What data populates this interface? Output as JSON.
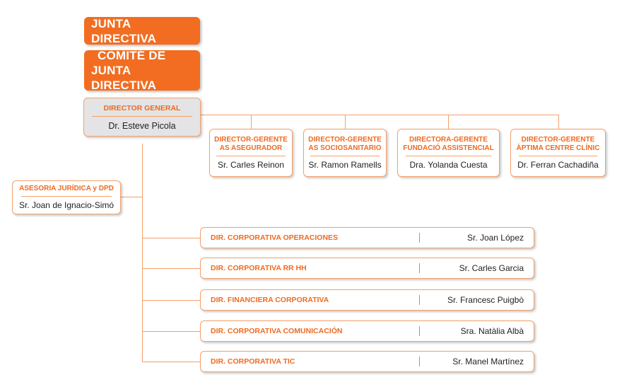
{
  "board": {
    "title": "JUNTA DIRECTIVA"
  },
  "committee": {
    "line1": "COMITÉ DE",
    "line2": "JUNTA DIRECTIVA"
  },
  "director_general": {
    "role": "DIRECTOR GENERAL",
    "name": "Dr. Esteve Picola"
  },
  "managers": [
    {
      "role_line1": "DIRECTOR-GERENTE",
      "role_line2": "AS ASEGURADOR",
      "name": "Sr. Carles Reinon"
    },
    {
      "role_line1": "DIRECTOR-GERENTE",
      "role_line2": "AS SOCIOSANITARIO",
      "name": "Sr. Ramon Ramells"
    },
    {
      "role_line1": "DIRECTORA-GERENTE",
      "role_line2": "FUNDACIÓ ASSISTENCIAL",
      "name": "Dra. Yolanda Cuesta"
    },
    {
      "role_line1": "DIRECTOR-GERENTE",
      "role_line2": "ÀPTIMA CENTRE CLÍNIC",
      "name": "Dr. Ferran Cachadiña"
    }
  ],
  "legal": {
    "role": "ASESORIA JURÍDICA y DPD",
    "name": "Sr. Joan de Ignacio-Simó"
  },
  "corporate": [
    {
      "role": "DIR. CORPORATIVA OPERACIONES",
      "name": "Sr. Joan López"
    },
    {
      "role": "DIR. CORPORATIVA RR HH",
      "name": "Sr. Carles Garcia"
    },
    {
      "role": "DIR. FINANCIERA CORPORATIVA",
      "name": "Sr. Francesc Puigbò"
    },
    {
      "role": "DIR. CORPORATIVA COMUNICACIÓN",
      "name": "Sra. Natàlia Albà"
    },
    {
      "role": "DIR. CORPORATIVA TIC",
      "name": "Sr. Manel Martínez"
    }
  ],
  "colors": {
    "accent": "#f26d21",
    "connector": "#f4a06a",
    "dg_fill": "#e4e4e6"
  }
}
